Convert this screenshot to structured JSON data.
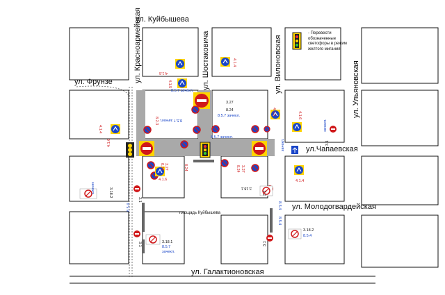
{
  "streets": {
    "kuybysheva": "ул. Куйбышева",
    "frunze": "ул. Фрунзе",
    "krasnoarmeyskaya": "ул. Красноармейская",
    "shostakovicha": "ул. Шостаковича",
    "vilonovskaya": "ул. Вилоновская",
    "ulyanovskaya": "ул. Ульяновская",
    "chapaevskaya": "ул.Чапаевская",
    "molodogvardeyskaya": "ул. Молодогвардейская",
    "galaktionovskaya": "ул. Галактионовская",
    "square": "площадь Куйбышева"
  },
  "legend": {
    "text": "- Перевести обозначенные светофоры в режим желтого мигания"
  },
  "sign_labels": {
    "s416a": "4.1.6",
    "s414a": "4.1.4",
    "s415a": "4.1.5",
    "s416b": "4.1.6",
    "s414b": "4.1.4",
    "s415b": "4.1.5",
    "s416c": "4.1.6",
    "s414c": "4.1.4",
    "s416d": "4.1.6",
    "s414d": "4.1.4",
    "s81": "3.1",
    "s31b": "3.1",
    "s31c": "3.1",
    "s31d": "3.1",
    "s31e": "3.1",
    "s327a": "3.27",
    "s824a": "8.24",
    "s857a": "8.5.7 зачекл.",
    "s857b": "8.5.7 зачекл.",
    "s857c": "8.5.7",
    "zachekl_a": "зачекл.",
    "s857d": "8.5.7 зачекл.",
    "s857e": "8.5.7 зачекл.",
    "s3182a": "3.18.2",
    "s854a": "8.5.4",
    "s3182b": "3.18.2",
    "s854b": "8.5.4",
    "zachekl_b": "зачекл.",
    "s3181a": "3.18.1",
    "s3181b": "3.18.1",
    "s854c": "8.5.4",
    "s854d": "8.5.4",
    "zachekl_c": "зачекл.",
    "zachekl_d": "зачекл.",
    "s323": "8.2.3",
    "s824b": "8.24",
    "s327b": "3.27",
    "s824c": "8.24",
    "s327c": "3.27",
    "s824d": "8.24"
  },
  "colors": {
    "road_gray": "#a9a9a9",
    "block_outline": "#111111",
    "sign_blue": "#1a46c8",
    "sign_red": "#d0191b",
    "sign_yellow": "#ffd400"
  }
}
